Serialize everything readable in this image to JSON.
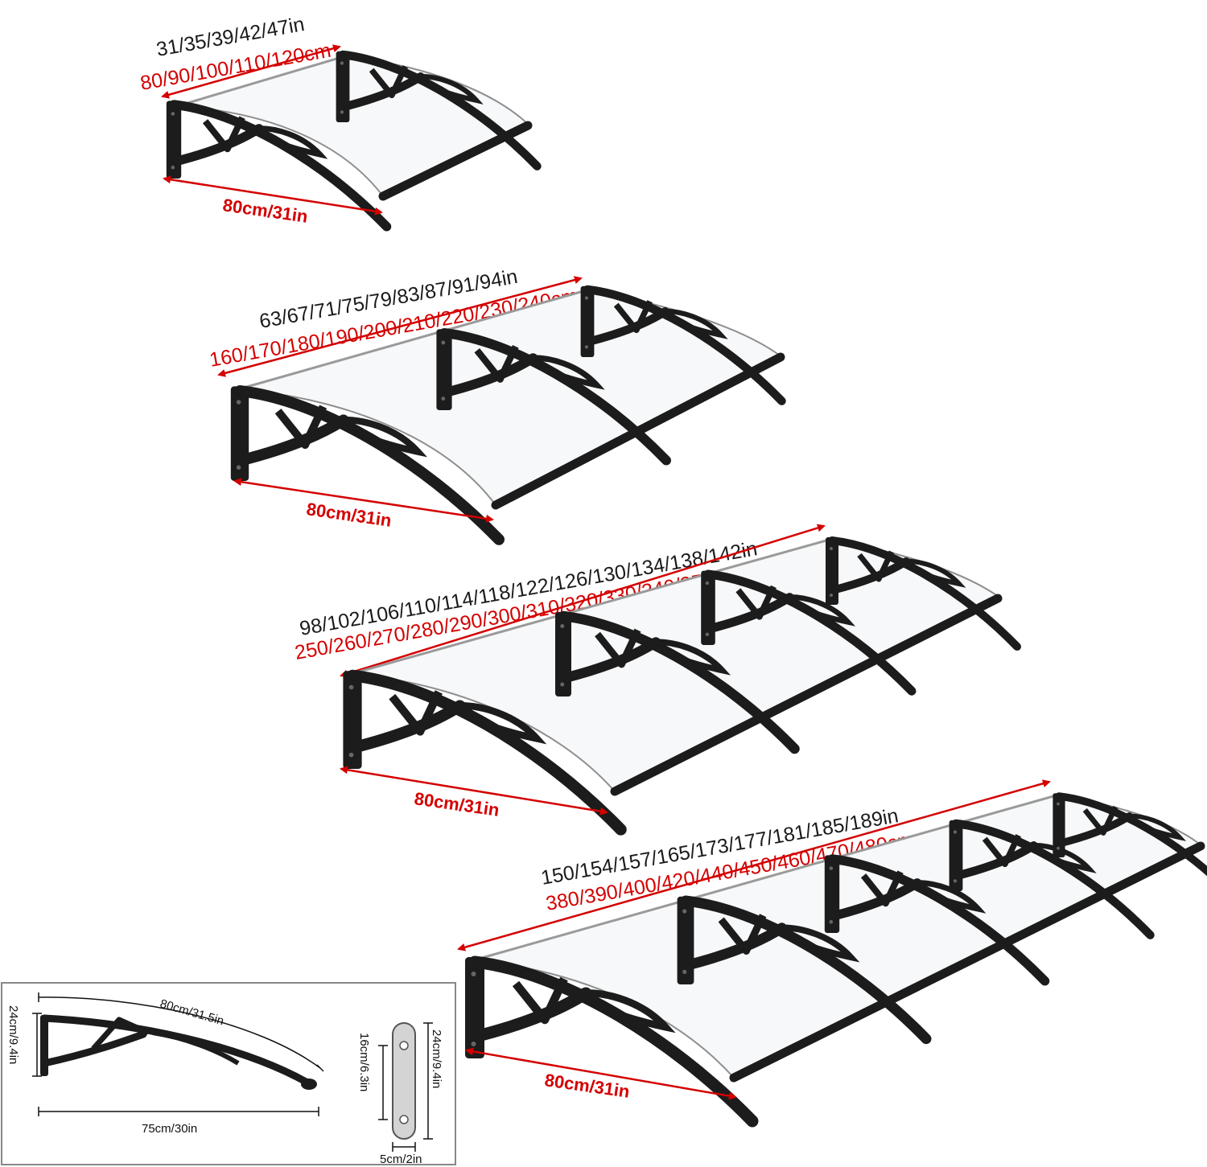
{
  "colors": {
    "accent_red": "#d40000",
    "text_black": "#1a1a1a",
    "frame_black": "#1c1c1c",
    "panel": "#f7f8f9"
  },
  "awnings": [
    {
      "width_in": "31/35/39/42/47in",
      "width_cm": "80/90/100/110/120cm",
      "depth": "80cm/31in"
    },
    {
      "width_in": "63/67/71/75/79/83/87/91/94in",
      "width_cm": "160/170/180/190/200/210/220/230/240cm",
      "depth": "80cm/31in"
    },
    {
      "width_in": "98/102/106/110/114/118/122/126/130/134/138/142in",
      "width_cm": "250/260/270/280/290/300/310/320/330/340/350/360cm",
      "depth": "80cm/31in"
    },
    {
      "width_in": "150/154/157/165/173/177/181/185/189in",
      "width_cm": "380/390/400/420/440/450/460/470/480cm",
      "depth": "80cm/31in"
    }
  ],
  "detail": {
    "height": "24cm/9.4in",
    "arc_length": "80cm/31.5in",
    "span": "75cm/30in",
    "plate_hole_spacing": "16cm/6.3in",
    "plate_height": "24cm/9.4in",
    "plate_width": "5cm/2in"
  }
}
